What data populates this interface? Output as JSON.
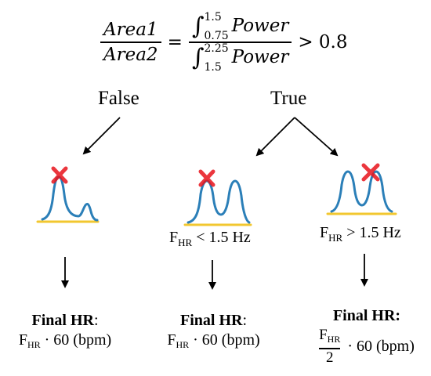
{
  "formula": {
    "area1": "Area1",
    "area2": "Area2",
    "equals": "=",
    "integral": "∫",
    "num_upper": "1.5",
    "num_lower": "0.75",
    "den_upper": "2.25",
    "den_lower": "1.5",
    "power": "Power",
    "comparison": "> 0.8"
  },
  "branches": {
    "false_label": "False",
    "true_label": "True"
  },
  "conditions": {
    "less": {
      "f": "F",
      "sub": "HR",
      "rest": " < 1.5 Hz"
    },
    "greater": {
      "f": "F",
      "sub": "HR",
      "rest": " > 1.5 Hz"
    }
  },
  "finals": {
    "title": "Final HR",
    "colon": ":",
    "f": "F",
    "sub": "HR",
    "mult": " · 60 (bpm)",
    "denominator": "2"
  },
  "colors": {
    "peak": "#2b7fb8",
    "baseline": "#f2c72f",
    "marker": "#e8131c"
  }
}
